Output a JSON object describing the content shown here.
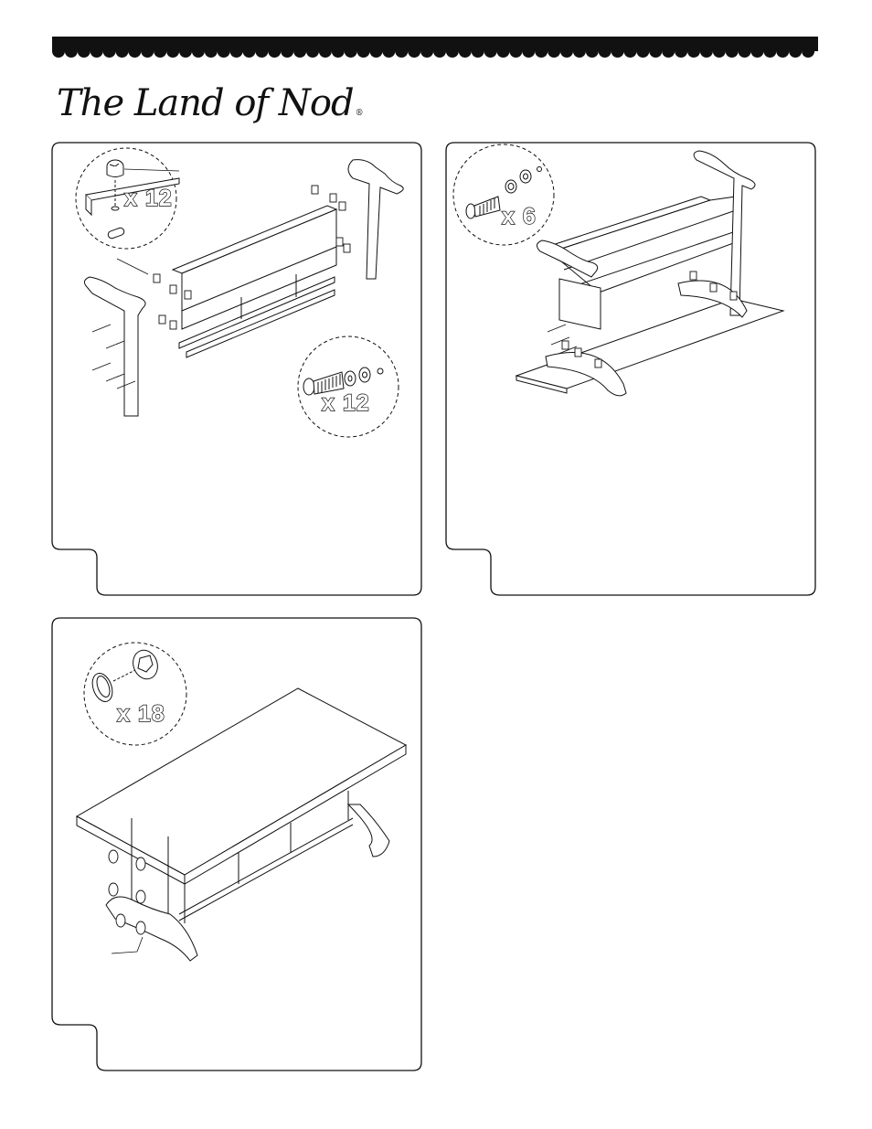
{
  "brand": {
    "logo_text": "The Land of Nod",
    "registered_mark": "®"
  },
  "steps": [
    {
      "quantities": [
        "x 12",
        "x 12"
      ]
    },
    {
      "quantities": [
        "x 6"
      ]
    },
    {
      "quantities": [
        "x 18"
      ]
    }
  ],
  "colors": {
    "ink": "#111111",
    "paper": "#ffffff",
    "banner": "#111111"
  },
  "icons": [
    "cam-lock-icon",
    "bolt-icon",
    "cap-icon"
  ]
}
